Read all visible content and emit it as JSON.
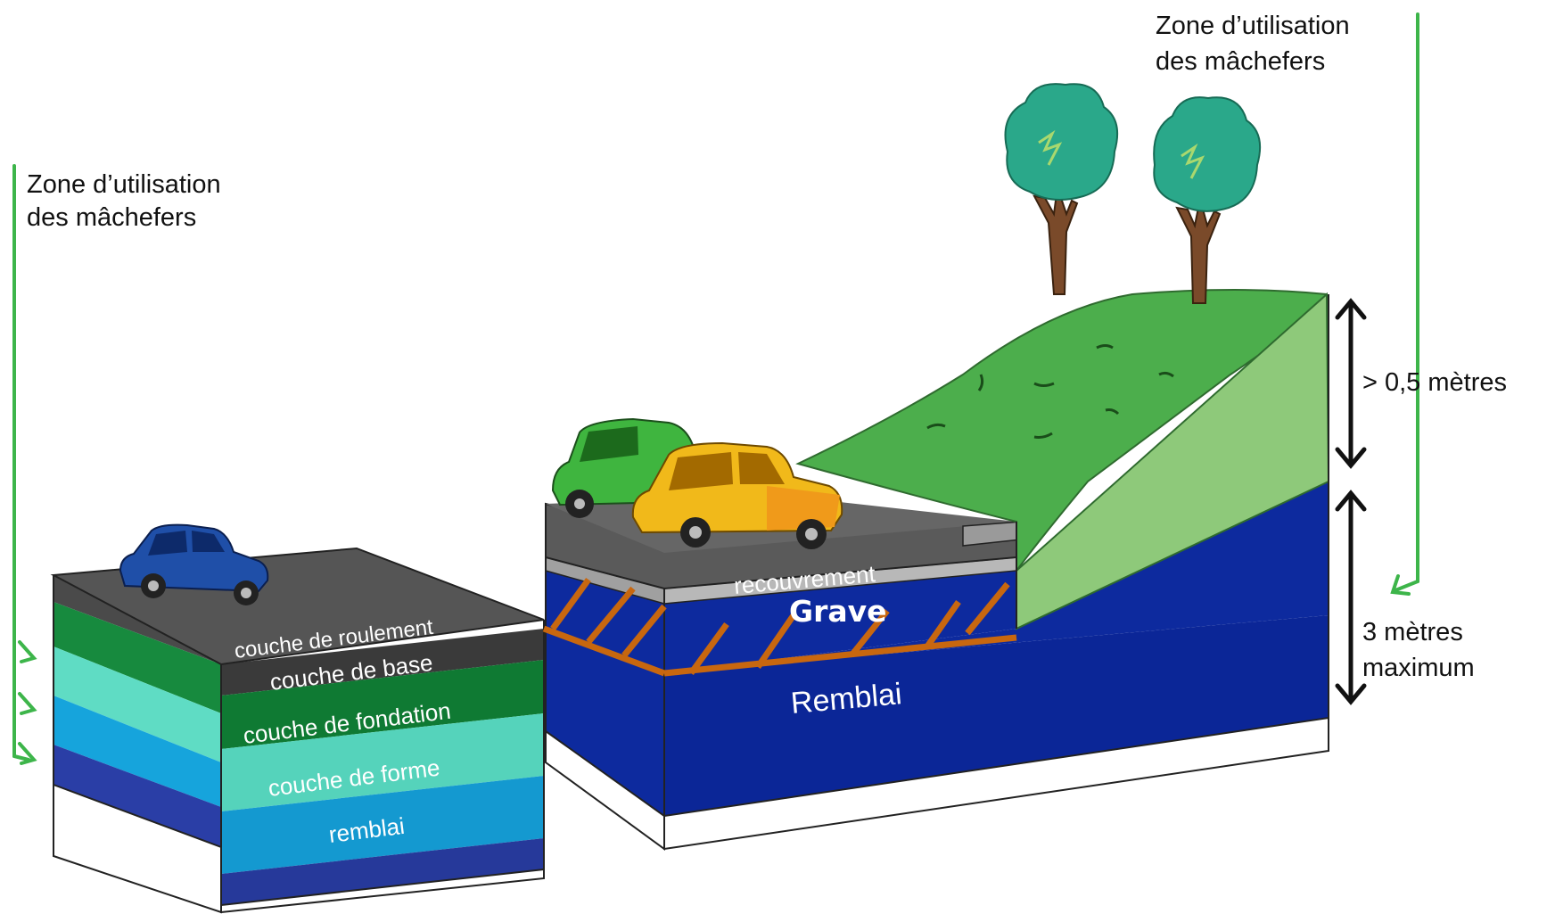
{
  "labels": {
    "zone_left_line1": "Zone d’utilisation",
    "zone_left_line2": "des mâchefers",
    "zone_right_line1": "Zone d’utilisation",
    "zone_right_line2": "des mâchefers",
    "height_top": "> 0,5 mètres",
    "height_bottom_line1": "3 mètres",
    "height_bottom_line2": "maximum",
    "road_layers": {
      "roulement": "couche de roulement",
      "base": "couche de base",
      "fondation": "couche de fondation",
      "forme": "couche de forme",
      "remblai": "remblai"
    },
    "recouvrement": "recouvrement",
    "grave": "Grave",
    "remblai_big": "Remblai"
  },
  "colors": {
    "zone_line": "#3db54a",
    "grave_hatch": "#c8670f",
    "asphalt": "#555555",
    "green_layer": "#178a3e",
    "mint_layer": "#5fdcc4",
    "cyan_layer": "#16a4dc",
    "navy_layer": "#2a3ea6",
    "remblai_blue": "#0d2a9e",
    "grass": "#4cae4c",
    "grass_side": "#8ec97a"
  },
  "icons": [
    "car-icon",
    "tree-icon",
    "double-arrow-icon",
    "green-arrow-icon"
  ]
}
